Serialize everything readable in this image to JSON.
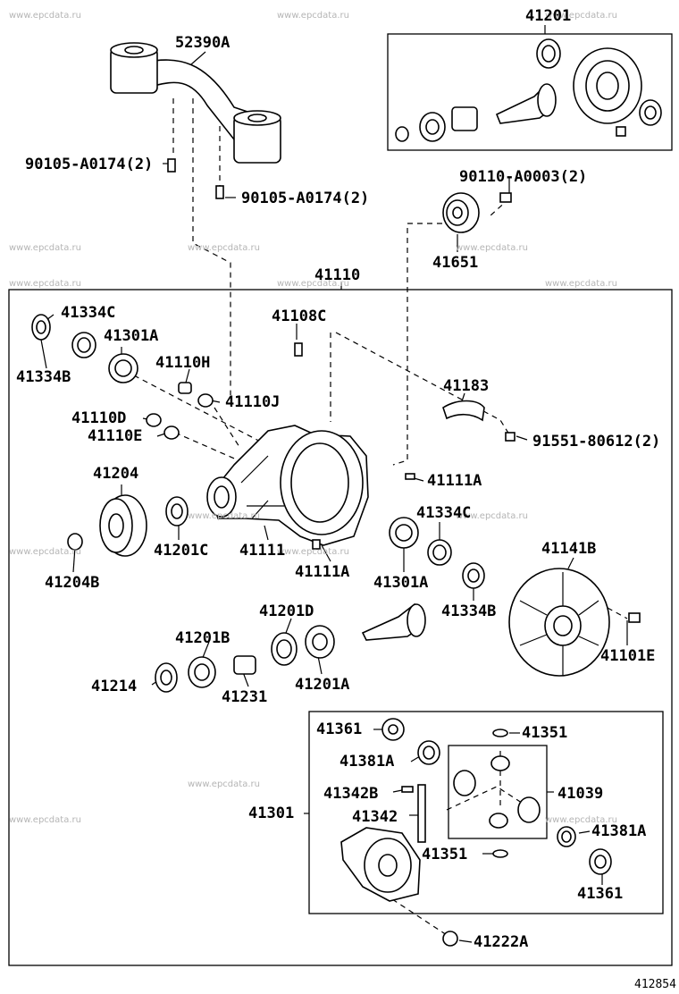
{
  "watermark": "www.epcdata.ru",
  "figure_number": "412854",
  "labels": {
    "p41201": "41201",
    "p52390A": "52390A",
    "p90105_a": "90105-A0174(2)",
    "p90105_b": "90105-A0174(2)",
    "p90110": "90110-A0003(2)",
    "p41651": "41651",
    "p41110": "41110",
    "p41334C_a": "41334C",
    "p41334B_a": "41334B",
    "p41301A_a": "41301A",
    "p41108C": "41108C",
    "p41110H": "41110H",
    "p41110J": "41110J",
    "p41110D": "41110D",
    "p41110E": "41110E",
    "p41183": "41183",
    "p91551": "91551-80612(2)",
    "p41111A_a": "41111A",
    "p41204": "41204",
    "p41201C": "41201C",
    "p41111": "41111",
    "p41111A_b": "41111A",
    "p41334C_b": "41334C",
    "p41301A_b": "41301A",
    "p41141B": "41141B",
    "p41204B": "41204B",
    "p41334B_b": "41334B",
    "p41101E": "41101E",
    "p41201D": "41201D",
    "p41201B": "41201B",
    "p41214": "41214",
    "p41231": "41231",
    "p41201A": "41201A",
    "p41361_a": "41361",
    "p41351_a": "41351",
    "p41381A_a": "41381A",
    "p41342B": "41342B",
    "p41039": "41039",
    "p41301": "41301",
    "p41342": "41342",
    "p41381A_b": "41381A",
    "p41351_b": "41351",
    "p41361_b": "41361",
    "p41222A": "41222A"
  }
}
